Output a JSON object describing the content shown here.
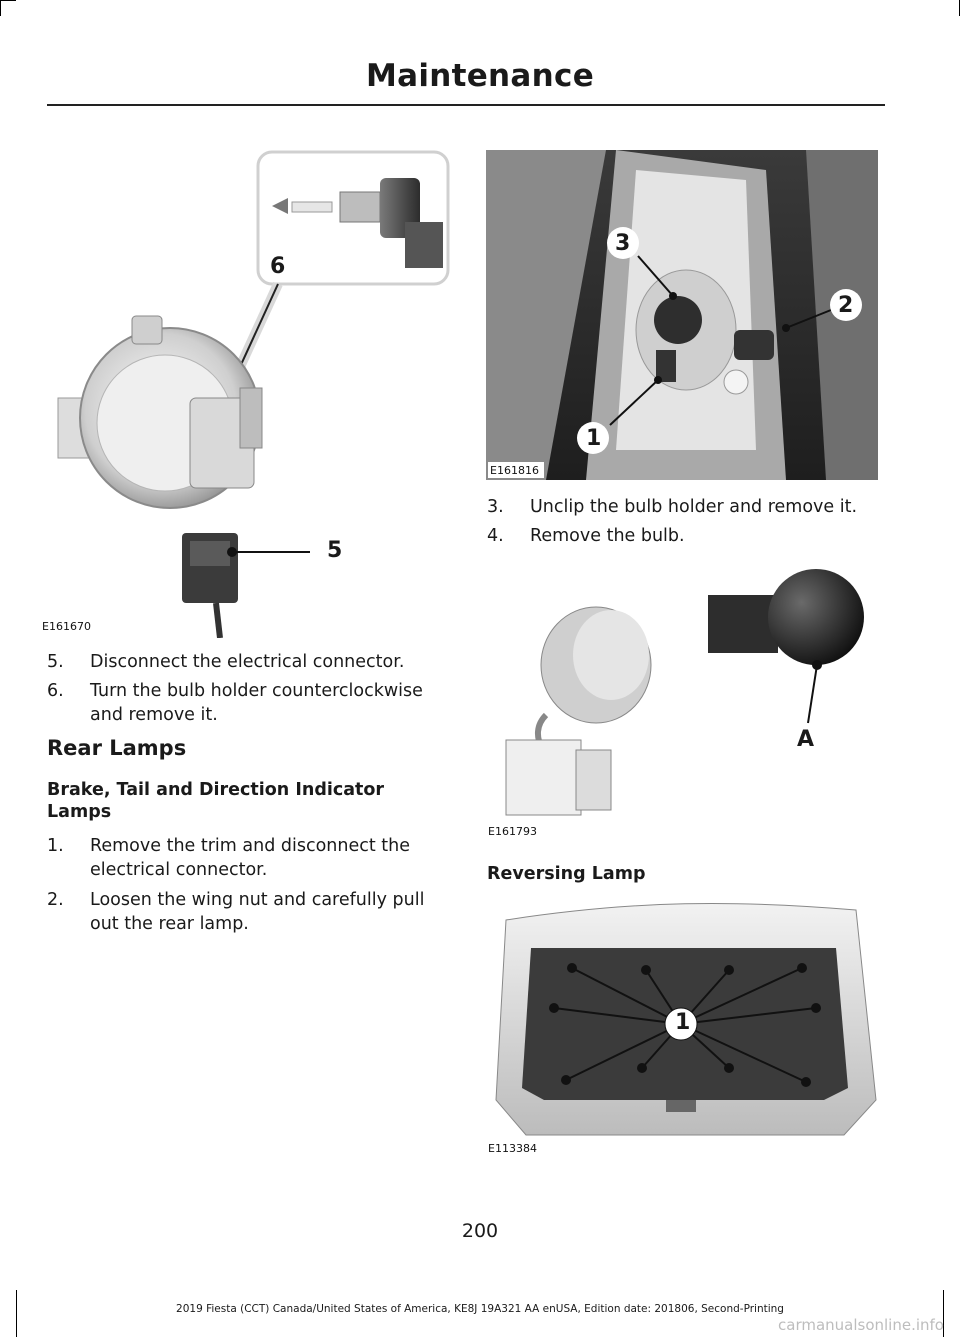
{
  "header": {
    "title": "Maintenance"
  },
  "figures": {
    "fog_lamp": {
      "code": "E161670",
      "callouts": [
        "6",
        "5"
      ]
    },
    "rear_lamp_holder": {
      "code": "E161816",
      "callouts": [
        "3",
        "2",
        "1"
      ]
    },
    "bulb": {
      "code": "E161793",
      "callouts": [
        "A"
      ]
    },
    "reversing_lamp": {
      "code": "E113384",
      "callouts": [
        "1"
      ]
    }
  },
  "left_column": {
    "steps": [
      {
        "num": "5.",
        "text": "Disconnect the electrical connector."
      },
      {
        "num": "6.",
        "text": "Turn the bulb holder counterclockwise and remove it."
      }
    ],
    "section_title": "Rear Lamps",
    "subsection_title": "Brake, Tail and Direction Indicator Lamps",
    "steps2": [
      {
        "num": "1.",
        "text": "Remove the trim and disconnect the electrical connector."
      },
      {
        "num": "2.",
        "text": "Loosen the wing nut and carefully pull out the rear lamp."
      }
    ]
  },
  "right_column": {
    "steps": [
      {
        "num": "3.",
        "text": "Unclip the bulb holder and remove it."
      },
      {
        "num": "4.",
        "text": "Remove the bulb."
      }
    ],
    "subsection_title": "Reversing Lamp"
  },
  "page_number": "200",
  "footer": "2019 Fiesta (CCT) Canada/United States of America, KE8J 19A321 AA enUSA, Edition date: 201806, Second-Printing",
  "watermark": "carmanualsonline.info"
}
